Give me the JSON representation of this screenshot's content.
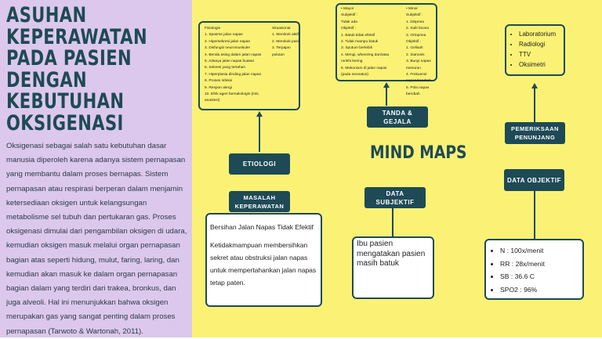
{
  "left": {
    "title": "ASUHAN KEPERAWATAN PADA PASIEN DENGAN KEBUTUHAN OKSIGENASI",
    "description": "Oksigenasi sebagai salah satu kebutuhan dasar manusia diperoleh karena adanya sistem pernapasan yang membantu dalam proses bernapas. Sistem pernapasan atau respirasi berperan dalam menjamin ketersediaan oksigen untuk kelangsungan metabolisme sel tubuh dan pertukaran gas. Proses oksigenasi dimulai dari pengambilan oksigen di udara, kemudian oksigen masuk melalui organ pernapasan bagian atas seperti hidung, mulut, faring, laring, dan kemudian akan masuk ke dalam organ pernapasan bagian dalam yang terdiri dari trakea, bronkus, dan juga alveoli. Hal ini menunjukkan bahwa oksigen merupakan gas yang sangat penting dalam proses pernapasan (Tarwoto & Wartonah, 2011)."
  },
  "map_title": "MIND MAPS",
  "etiologi": {
    "label": "ETIOLOGI",
    "fisiologis_title": "Fisiologis",
    "fisiologis": [
      "1. Spasme jalan napas",
      "2. Hipersekresi jalan napas",
      "3. Disfungsi neuromuskuler",
      "4. Benda asing dalam jalan napas",
      "5. Adanya jalan napas buatan",
      "6. Sekresi yang tertahan",
      "7. Hiperplasia dinding jalan napas",
      "8. Proses infeksi",
      "9. Respon alergi",
      "10. Efek agen farmakologis (mis. anastesi)"
    ],
    "situasional_title": "Situasional",
    "situasional": [
      "1. Merokok aktif",
      "2. Merokok pasif",
      "3. Terpajan polutan"
    ]
  },
  "masalah": {
    "label": "MASALAH KEPERAWATAN",
    "title": "Bersihan Jalan Napas Tidak Efektif",
    "definition": "Ketidakmampuan membersihkan sekret atau obstruksi jalan napas untuk mempertahankan jalan napas tetap paten."
  },
  "tanda": {
    "label": "TANDA & GEJALA",
    "mayor_title": "Mayor",
    "minor_title": "Minor",
    "mayor_sub_title": "Subjektif :",
    "mayor_sub_value": "Tidak ada",
    "mayor_obj_title": "Objektif :",
    "mayor_obj": [
      "1. Batuk tidak efektif",
      "2. Tidak mampu batuk",
      "3. Sputum berlebih",
      "4. Mengi, wheezing dan/atau ronkhi kering",
      "5. Mekonium di jalan napas (pada neonatus)"
    ],
    "minor_sub_title": "Subjektif :",
    "minor_sub": [
      "1. Dispnea",
      "2. Sulit bicara",
      "3. Ortopnea"
    ],
    "minor_obj_title": "Objektif :",
    "minor_obj": [
      "1. Gelisah",
      "2. Sianosis",
      "3. Bunyi napas menurun",
      "4. Frekuensi napas berubah",
      "5. Pola napas berubah"
    ]
  },
  "data_subjektif": {
    "label": "DATA SUBJEKTIF",
    "text": "Ibu pasien mengatakan pasien masih batuk"
  },
  "pemeriksaan": {
    "label": "PEMERIKSAAN PENUNJANG",
    "items": [
      "Laboratorium",
      "Radiologi",
      "TTV",
      "Oksimetri"
    ]
  },
  "data_objektif": {
    "label": "DATA OBJEKTIF",
    "items": [
      "N : 100x/menit",
      "RR : 28x/menit",
      "SB : 36.6 C",
      "SPO2 : 96%"
    ]
  },
  "colors": {
    "left_bg": "#dcc8ec",
    "right_bg": "#fbf275",
    "accent": "#1e4a56"
  }
}
